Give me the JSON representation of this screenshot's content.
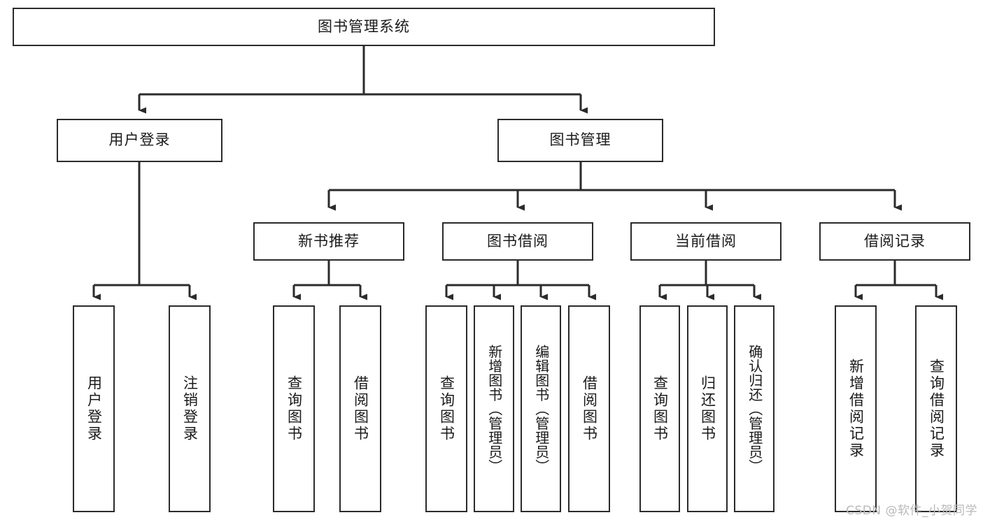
{
  "diagram": {
    "title": "图书管理系统",
    "type": "functional-structure-tree",
    "watermark": "CSDN @软件_小贺同学",
    "colors": {
      "stroke": "#2b2b2b",
      "fill": "#ffffff",
      "text": "#1a1a1a",
      "watermark": "#b9b9b9"
    },
    "root": {
      "label": "图书管理系统"
    },
    "level2": [
      {
        "label": "用户登录"
      },
      {
        "label": "图书管理"
      }
    ],
    "level3": [
      {
        "label": "新书推荐"
      },
      {
        "label": "图书借阅"
      },
      {
        "label": "当前借阅"
      },
      {
        "label": "借阅记录"
      }
    ],
    "leaves": {
      "user_login": [
        {
          "label": "用户登录"
        },
        {
          "label": "注销登录"
        }
      ],
      "new_book_recommend": [
        {
          "label": "查询图书"
        },
        {
          "label": "借阅图书"
        }
      ],
      "book_borrow": [
        {
          "label": "查询图书"
        },
        {
          "label": "新增图书（管理员）"
        },
        {
          "label": "编辑图书（管理员）"
        },
        {
          "label": "借阅图书"
        }
      ],
      "current_borrow": [
        {
          "label": "查询图书"
        },
        {
          "label": "归还图书"
        },
        {
          "label": "确认归还（管理员）"
        }
      ],
      "borrow_record": [
        {
          "label": "新增借阅记录"
        },
        {
          "label": "查询借阅记录"
        }
      ]
    }
  }
}
